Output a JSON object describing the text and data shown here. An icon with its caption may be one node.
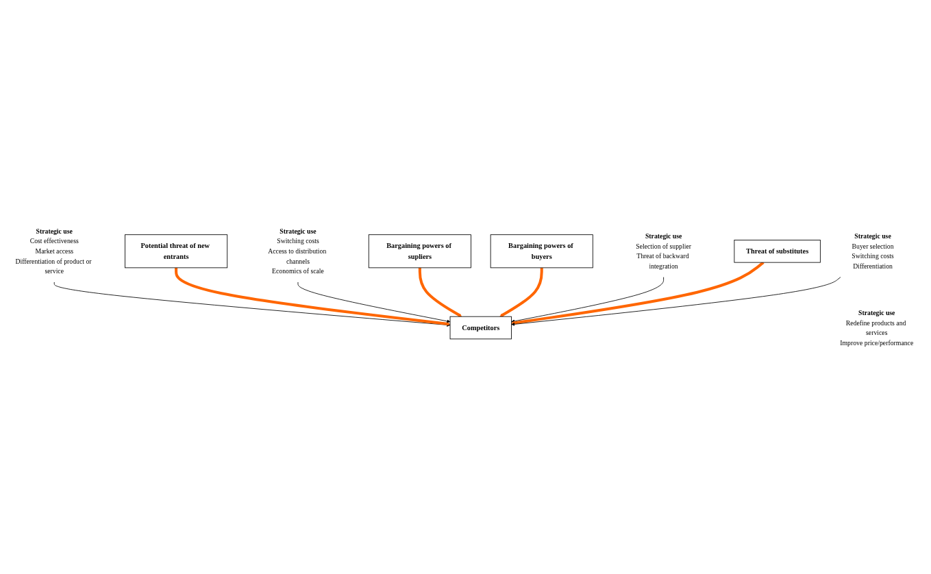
{
  "diagram": {
    "nodes": [
      {
        "text": [
          "Strategic use",
          "Cost effectiveness",
          "Market access",
          "Differentiation of product or service"
        ]
      },
      {
        "text": [
          "Potential threat of new entrants"
        ]
      },
      {
        "text": [
          "Strategic use",
          "Switching costs",
          "Access to distribution channels",
          "Economics of scale"
        ]
      },
      {
        "text": [
          "Bargaining powers of supliers"
        ]
      },
      {
        "text": [
          "Competitors"
        ]
      },
      {
        "text": [
          "Bargaining powers of buyers"
        ]
      },
      {
        "text": [
          "Strategic use",
          "Selection of supplier",
          "Threat of backward integration"
        ]
      },
      {
        "text": [
          "Threat of substitutes"
        ],
        "beside": [
          "Strategic use",
          "Redefine products and services",
          "Improve price/performance"
        ]
      },
      {
        "text": [
          "Strategic use",
          "Buyer selection",
          "Switching costs",
          "Differentiation"
        ]
      }
    ],
    "edges": [
      {
        "from": 0,
        "to": 4,
        "arrow": "to"
      },
      {
        "from": 1,
        "to": 4,
        "arrow": "to",
        "style": "thick",
        "color": "#ff6600"
      },
      {
        "from": 2,
        "to": 4,
        "arrow": "to"
      },
      {
        "from": 3,
        "to": 4,
        "arrow": "to",
        "style": "thick",
        "color": "#ff6600"
      },
      {
        "from": 5,
        "to": 4,
        "arrow": "to",
        "style": "thick",
        "color": "#ff6600"
      },
      {
        "from": 6,
        "to": 4,
        "arrow": "to"
      },
      {
        "from": 7,
        "to": 4,
        "arrow": "to",
        "style": "thick",
        "color": "#ff6600"
      },
      {
        "from": 8,
        "to": 4,
        "arrow": "to"
      }
    ]
  }
}
